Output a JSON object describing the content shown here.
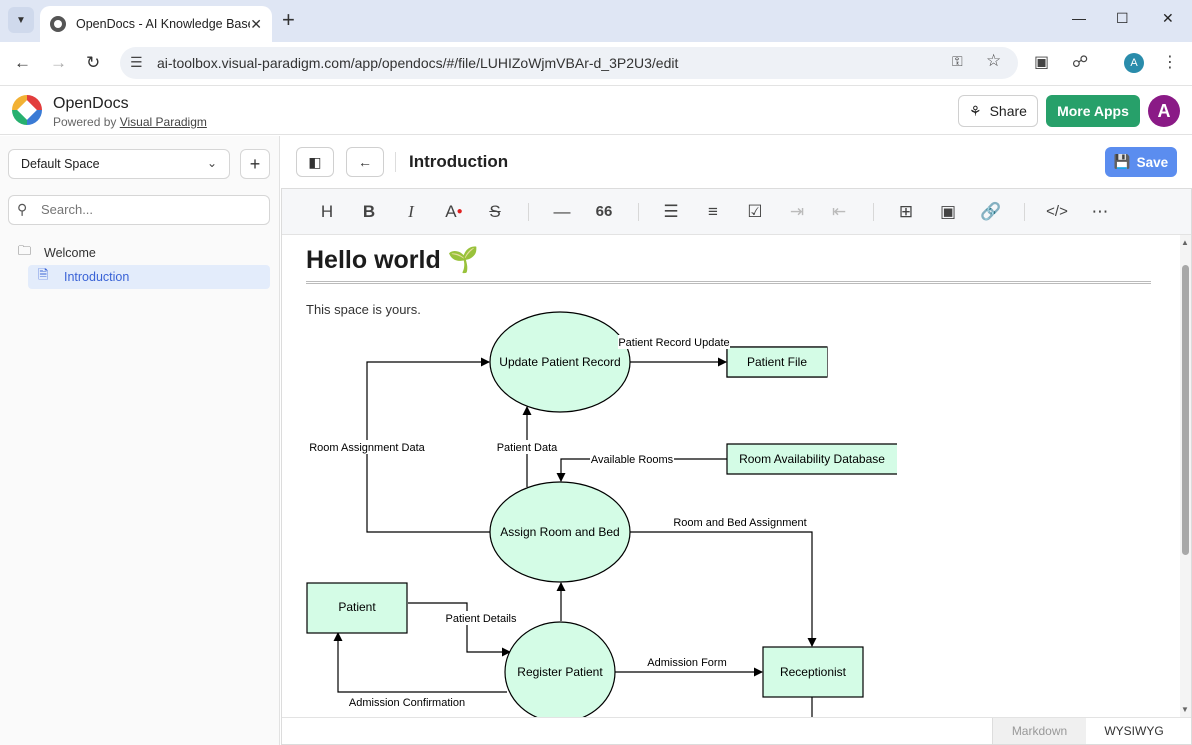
{
  "browser": {
    "tab_title": "OpenDocs - AI Knowledge Base",
    "url": "ai-toolbox.visual-paradigm.com/app/opendocs/#/file/LUHIZoWjmVBAr-d_3P2U3/edit",
    "profile_initial": "A"
  },
  "app": {
    "brand": "OpenDocs",
    "powered_prefix": "Powered by",
    "powered_link": "Visual Paradigm",
    "share_label": "Share",
    "more_apps_label": "More Apps",
    "user_initial": "A"
  },
  "sidebar": {
    "space": "Default Space",
    "search_placeholder": "Search...",
    "tree": [
      {
        "label": "Welcome"
      },
      {
        "label": "Introduction"
      }
    ]
  },
  "document": {
    "title": "Introduction",
    "save_label": "Save",
    "heading": "Hello world 🌱",
    "paragraph": "This space is yours."
  },
  "diagram": {
    "processes": {
      "update": "Update Patient Record",
      "assign": "Assign Room and Bed",
      "register": "Register Patient"
    },
    "entities": {
      "patient_file": "Patient File",
      "room_db": "Room Availability Database",
      "patient": "Patient",
      "receptionist": "Receptionist"
    },
    "flows": {
      "record_update": "Patient Record Update",
      "room_assignment_data": "Room Assignment Data",
      "patient_data": "Patient Data",
      "available_rooms": "Available Rooms",
      "room_bed_assignment": "Room and Bed Assignment",
      "patient_details": "Patient Details",
      "admission_form": "Admission Form",
      "admission_confirmation": "Admission Confirmation"
    }
  },
  "editor_modes": {
    "markdown": "Markdown",
    "wysiwyg": "WYSIWYG"
  },
  "colors": {
    "save": "#5b8def",
    "more_apps": "#27a06a",
    "avatar": "#8a1a86",
    "node_fill": "#d4fce6",
    "active_item": "#3a63d6"
  }
}
